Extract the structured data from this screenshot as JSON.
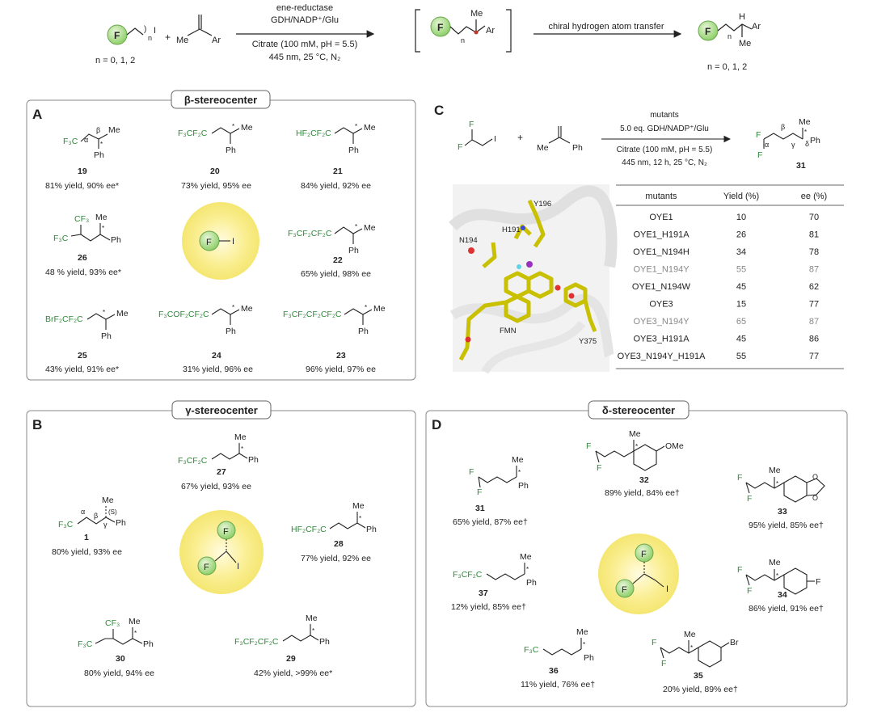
{
  "scheme": {
    "reactant_sub": "n",
    "plus": "+",
    "me": "Me",
    "ar": "Ar",
    "n_values": "n = 0, 1, 2",
    "arrow1_top1": "ene-reductase",
    "arrow1_top2": "GDH/NADP⁺/Glu",
    "arrow1_bottom1": "Citrate (100 mM, pH = 5.5)",
    "arrow1_bottom2": "445 nm, 25 °C, N₂",
    "arrow2_top": "chiral hydrogen atom transfer",
    "h": "H",
    "n_values_product": "n = 0, 1, 2"
  },
  "panelA": {
    "letter": "A",
    "title": "β-stereocenter",
    "compounds": [
      {
        "id": "19",
        "formula": "F₃C",
        "yield": "81% yield, 90% ee*"
      },
      {
        "id": "20",
        "formula": "F₃CF₂C",
        "yield": "73% yield, 95% ee"
      },
      {
        "id": "21",
        "formula": "HF₂CF₂C",
        "yield": "84% yield, 92% ee"
      },
      {
        "id": "26",
        "formula": "CF₃",
        "yield": "48 % yield, 93% ee*"
      },
      {
        "id": "22",
        "formula": "F₃CF₂CF₂C",
        "yield": "65% yield, 98% ee"
      },
      {
        "id": "25",
        "formula": "BrF₂CF₂C",
        "yield": "43% yield, 91% ee*"
      },
      {
        "id": "24",
        "formula": "F₃COF₂CF₂C",
        "yield": "31% yield, 96% ee"
      },
      {
        "id": "23",
        "formula": "F₃CF₂CF₂CF₂C",
        "yield": "96% yield, 97% ee"
      }
    ]
  },
  "panelB": {
    "letter": "B",
    "title": "γ-stereocenter",
    "compounds": [
      {
        "id": "27",
        "formula": "F₃CF₂C",
        "yield": "67% yield, 93% ee"
      },
      {
        "id": "1",
        "formula": "F₃C",
        "yield": "80% yield, 93% ee"
      },
      {
        "id": "28",
        "formula": "HF₂CF₂C",
        "yield": "77% yield, 92% ee"
      },
      {
        "id": "30",
        "formula": "CF₃",
        "yield": "80% yield, 94% ee"
      },
      {
        "id": "29",
        "formula": "F₃CF₂CF₂C",
        "yield": "42% yield, >99% ee*"
      }
    ]
  },
  "panelC": {
    "letter": "C",
    "arrow_top1": "mutants",
    "arrow_top2": "5.0 eq. GDH/NADP⁺/Glu",
    "arrow_bottom1": "Citrate (100 mM, pH = 5.5)",
    "arrow_bottom2": "445 nm, 12 h, 25 °C, N₂",
    "product_id": "31",
    "residues": [
      "Y196",
      "H191",
      "N194",
      "FMN",
      "Y375"
    ],
    "table": {
      "headers": [
        "mutants",
        "Yield (%)",
        "ee (%)"
      ],
      "rows": [
        [
          "OYE1",
          "10",
          "70"
        ],
        [
          "OYE1_H191A",
          "26",
          "81"
        ],
        [
          "OYE1_N194H",
          "34",
          "78"
        ],
        [
          "OYE1_N194Y",
          "55",
          "87"
        ],
        [
          "OYE1_N194W",
          "45",
          "62"
        ],
        [
          "OYE3",
          "15",
          "77"
        ],
        [
          "OYE3_N194Y",
          "65",
          "87"
        ],
        [
          "OYE3_H191A",
          "45",
          "86"
        ],
        [
          "OYE3_N194Y_H191A",
          "55",
          "77"
        ]
      ]
    }
  },
  "panelD": {
    "letter": "D",
    "title": "δ-stereocenter",
    "compounds": [
      {
        "id": "31",
        "yield": "65% yield, 87% ee†"
      },
      {
        "id": "32",
        "yield": "89% yield, 84% ee†"
      },
      {
        "id": "33",
        "yield": "95% yield, 85% ee†"
      },
      {
        "id": "37",
        "formula": "F₃CF₂C",
        "yield": "12% yield, 85% ee†"
      },
      {
        "id": "34",
        "yield": "86% yield, 91% ee†"
      },
      {
        "id": "36",
        "formula": "F₃C",
        "yield": "11% yield, 76% ee†"
      },
      {
        "id": "35",
        "yield": "20% yield, 89% ee†"
      }
    ]
  },
  "labels": {
    "me": "Me",
    "ph": "Ph",
    "f": "F",
    "i": "I",
    "ome": "OMe",
    "br": "Br",
    "alpha": "α",
    "beta": "β",
    "gamma": "γ",
    "delta": "δ",
    "s_config": "(S)",
    "star": "*"
  },
  "colors": {
    "green": "#2e8b3a",
    "yellow_glow": "#f3e25a",
    "frame": "#888888"
  }
}
